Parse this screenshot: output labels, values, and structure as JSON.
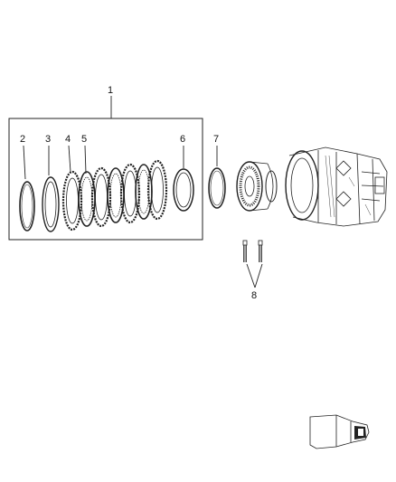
{
  "callouts": {
    "c1": "1",
    "c2": "2",
    "c3": "3",
    "c4": "4",
    "c5": "5",
    "c6": "6",
    "c7": "7",
    "c8": "8"
  },
  "colors": {
    "line": "#222222",
    "background": "#ffffff"
  },
  "icons": {
    "snap-ring": "ring",
    "pressure-plate": "ring",
    "clutch-disc": "toothed-ring",
    "clutch-plate": "ring",
    "clutch-hub": "drum",
    "transmission-case": "case",
    "bolt": "bolt",
    "locator": "vehicle-outline"
  }
}
